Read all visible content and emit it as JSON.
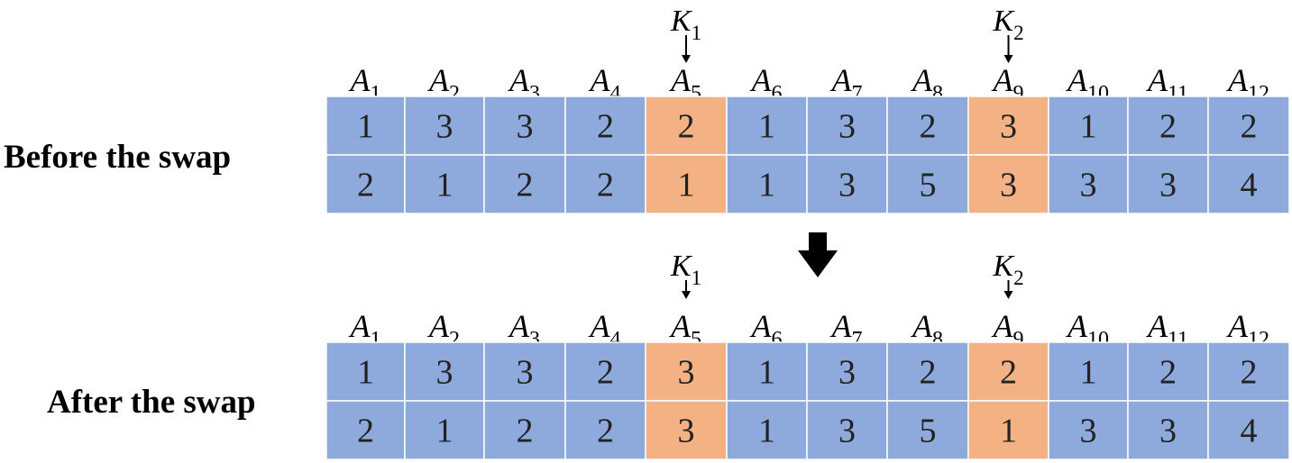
{
  "colors": {
    "normal_cell": "#8EA9DB",
    "key_cell": "#F4B183",
    "cell_text": "#222222",
    "cell_border": "#FFFFFF",
    "arrow": "#000000"
  },
  "diagram": {
    "column_letter": "A",
    "key_letter": "K",
    "columns": [
      "1",
      "2",
      "3",
      "4",
      "5",
      "6",
      "7",
      "8",
      "9",
      "10",
      "11",
      "12"
    ],
    "keys": [
      {
        "label": "1",
        "column_index": 4
      },
      {
        "label": "2",
        "column_index": 8
      }
    ],
    "down_arrow_icon": "thick-down-arrow",
    "panels": [
      {
        "title": "Before the swap",
        "rows": [
          [
            "1",
            "3",
            "3",
            "2",
            "2",
            "1",
            "3",
            "2",
            "3",
            "1",
            "2",
            "2"
          ],
          [
            "2",
            "1",
            "2",
            "2",
            "1",
            "1",
            "3",
            "5",
            "3",
            "3",
            "3",
            "4"
          ]
        ]
      },
      {
        "title": "After the swap",
        "rows": [
          [
            "1",
            "3",
            "3",
            "2",
            "3",
            "1",
            "3",
            "2",
            "2",
            "1",
            "2",
            "2"
          ],
          [
            "2",
            "1",
            "2",
            "2",
            "3",
            "1",
            "3",
            "5",
            "1",
            "3",
            "3",
            "4"
          ]
        ]
      }
    ]
  }
}
